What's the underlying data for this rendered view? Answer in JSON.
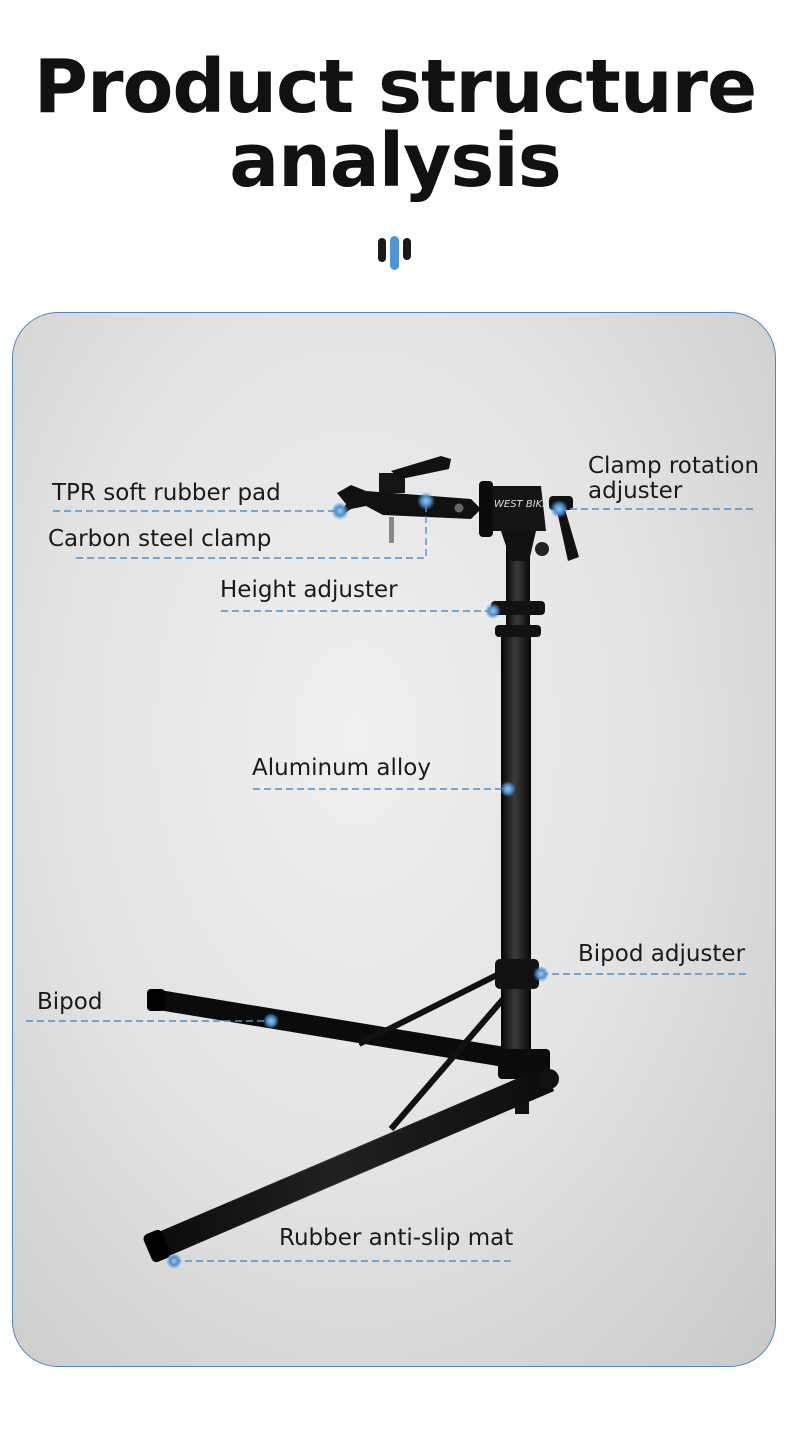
{
  "title": {
    "line1": "Product structure",
    "line2": "analysis"
  },
  "brand": "WEST BIKING",
  "colors": {
    "accent": "#4f8fd0",
    "title": "#111111",
    "card_border": "#4f84c0",
    "product": "#111111"
  },
  "labels": {
    "tpr_pad": "TPR soft rubber pad",
    "clamp": "Carbon steel clamp",
    "rotation_line1": "Clamp rotation",
    "rotation_line2": "adjuster",
    "height": "Height adjuster",
    "alloy": "Aluminum alloy",
    "bipod_adjuster": "Bipod adjuster",
    "bipod": "Bipod",
    "mat": "Rubber anti-slip mat"
  }
}
